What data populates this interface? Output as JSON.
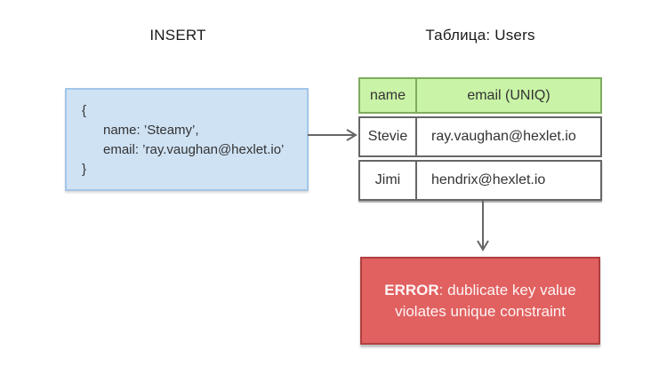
{
  "titles": {
    "insert": "INSERT",
    "table": "Таблица: Users"
  },
  "insert_box": {
    "lines": [
      "{",
      "name: ’Steamy’,",
      "email: ’ray.vaughan@hexlet.io’",
      "}"
    ],
    "fill_color": "#cfe2f4",
    "border_color": "#a3c6e8"
  },
  "table": {
    "columns": [
      "name",
      "email (UNIQ)"
    ],
    "rows": [
      [
        "Stevie",
        "ray.vaughan@hexlet.io"
      ],
      [
        "Jimi",
        "hendrix@hexlet.io"
      ]
    ],
    "header_fill_color": "#c9f3a6",
    "header_border_color": "#7eac5f",
    "row_border_color": "#666666"
  },
  "error_box": {
    "label": "ERROR",
    "line1_rest": ": dublicate key value",
    "line2": "violates unique constraint",
    "fill_color": "#e16060",
    "border_color": "#b04040",
    "text_color": "#fef5f5"
  },
  "arrows": {
    "color": "#666666"
  }
}
